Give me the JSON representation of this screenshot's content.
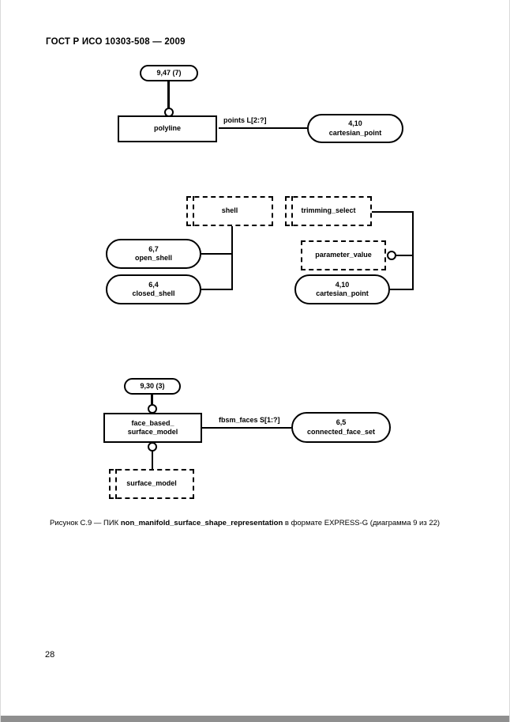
{
  "document": {
    "header": "ГОСТ Р ИСО 10303-508 — 2009",
    "page_number": "28",
    "caption_prefix": "Рисунок С.9 — ПИК ",
    "caption_bold": "non_manifold_surface_shape_representation",
    "caption_suffix": " в формате EXPRESS-G (диаграмма 9 из 22)"
  },
  "diagram": {
    "type": "express-g",
    "top": {
      "page_ref": "9,47 (7)",
      "entity": "polyline",
      "attr_label": "points L[2:?]",
      "target_ref": "4,10",
      "target_name": "cartesian_point"
    },
    "middle_left": {
      "select_type": "shell",
      "sub1_ref": "6,7",
      "sub1_name": "open_shell",
      "sub2_ref": "6,4",
      "sub2_name": "closed_shell"
    },
    "middle_right": {
      "select_type": "trimming_select",
      "opt1_name": "parameter_value",
      "opt2_ref": "4,10",
      "opt2_name": "cartesian_point"
    },
    "bottom": {
      "page_ref": "9,30 (3)",
      "entity_line1": "face_based_",
      "entity_line2": "surface_model",
      "attr_label": "fbsm_faces S[1:?]",
      "target_ref": "6,5",
      "target_name": "connected_face_set",
      "subtype": "surface_model"
    }
  }
}
